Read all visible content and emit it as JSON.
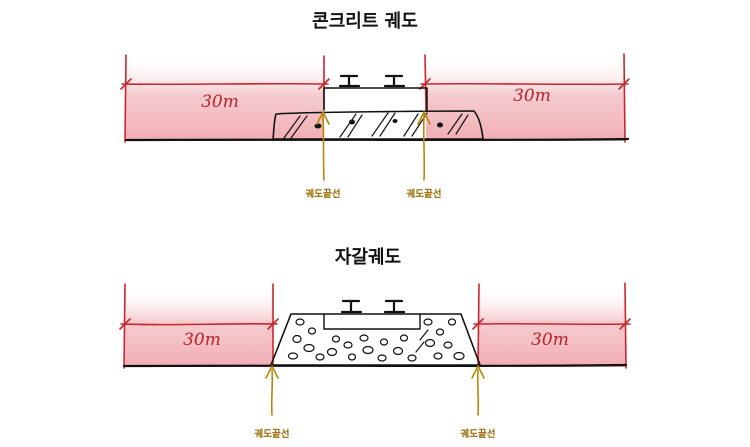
{
  "top": {
    "title": "콘크리트 궤도",
    "left_distance": "30m",
    "right_distance": "30m",
    "left_edge_label": "궤도끝선",
    "right_edge_label": "궤도끝선"
  },
  "bottom": {
    "title": "자갈궤도",
    "left_distance": "30m",
    "right_distance": "30m",
    "left_edge_label": "궤도끝선",
    "right_edge_label": "궤도끝선"
  },
  "colors": {
    "zone_fill": "#f3c9cc",
    "dimension_line": "#c8262e",
    "edge_arrow": "#b8860b",
    "ink": "#111111"
  }
}
